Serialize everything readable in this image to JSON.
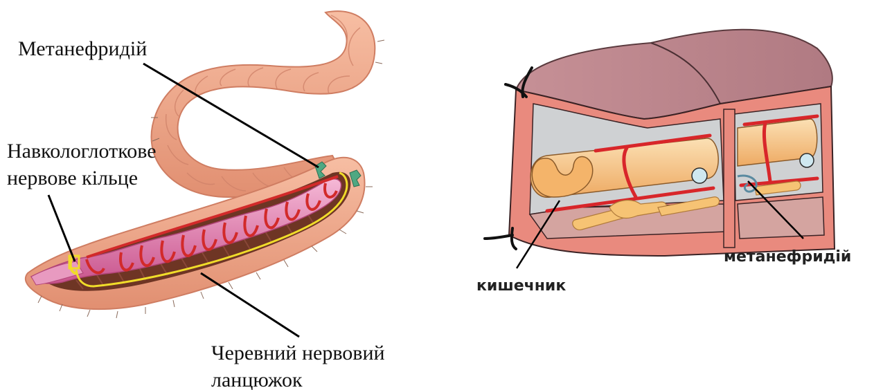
{
  "left_figure": {
    "labels": {
      "metanephridium": "Метанефридій",
      "nerve_ring_line1": "Навкологлоткове",
      "nerve_ring_line2": "нервове кільце",
      "nerve_cord_line1": "Черевний нервовий",
      "nerve_cord_line2": "ланцюжок"
    }
  },
  "right_figure": {
    "labels": {
      "intestine": "кишечник",
      "metanephridium": "метанефридій"
    }
  },
  "colors": {
    "skin": "#f2a98a",
    "skin_dark": "#d9846a",
    "cavity": "#7a3d2a",
    "intestine": "#e58ab8",
    "vessel": "#d8262a",
    "nerve": "#f2e23a",
    "nephridium": "#5bb08c",
    "section_wall": "#e8857a",
    "section_top": "#c08a8e",
    "section_cavity": "#cfd2d4",
    "gut_tube": "#f7c98a"
  }
}
